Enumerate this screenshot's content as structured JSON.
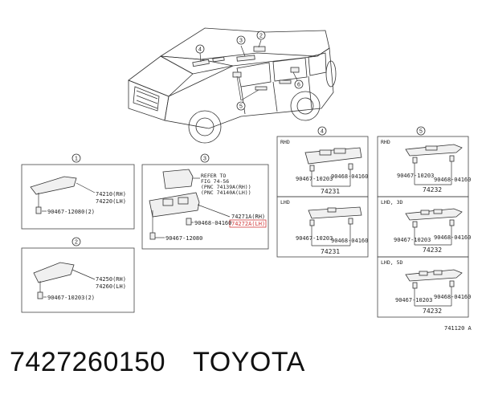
{
  "footer": {
    "part_number": "7427260150",
    "brand": "TOYOTA"
  },
  "diagram_id": "741120 A",
  "callouts": {
    "c2": "2",
    "c3": "3",
    "c4": "4",
    "c5": "5",
    "c6": "6",
    "p1": "1",
    "p2": "2",
    "p3": "3",
    "p4": "4",
    "p5": "5"
  },
  "panel1": {
    "pn_rh": "74210(RH)",
    "pn_lh": "74220(LH)",
    "screw": "90467-12080(2)"
  },
  "panel2": {
    "pn_rh": "74250(RH)",
    "pn_lh": "74260(LH)",
    "screw": "90467-10203(2)"
  },
  "panel3": {
    "refer_1": "REFER TO",
    "refer_2": "FIG 74-56",
    "refer_3": "(PNC 74139A(RH))",
    "refer_4": "(PNC 74140A(LH))",
    "pn_rh": "74271A(RH)",
    "pn_lh": "74272A(LH)",
    "screw_a": "90468-04160",
    "screw_b": "90467-12080"
  },
  "panel4": {
    "rhd_label": "RHD",
    "rhd_s1": "90467-10203",
    "rhd_s2": "90468-04160",
    "rhd_pn": "74231",
    "lhd_label": "LHD",
    "lhd_s1": "90467-10203",
    "lhd_s2": "90468-04160",
    "lhd_pn": "74231"
  },
  "panel5": {
    "rhd_label": "RHD",
    "rhd_s1": "90467-10203",
    "rhd_s2": "90468-04160",
    "rhd_pn": "74232",
    "lhd3_label": "LHD, 3D",
    "lhd3_s1": "90467-10203",
    "lhd3_s2": "90468-04160",
    "lhd3_pn": "74232",
    "lhd5_label": "LHD, 5D",
    "lhd5_s1": "90467-10203",
    "lhd5_s2": "90468-04160",
    "lhd5_pn": "74232"
  }
}
